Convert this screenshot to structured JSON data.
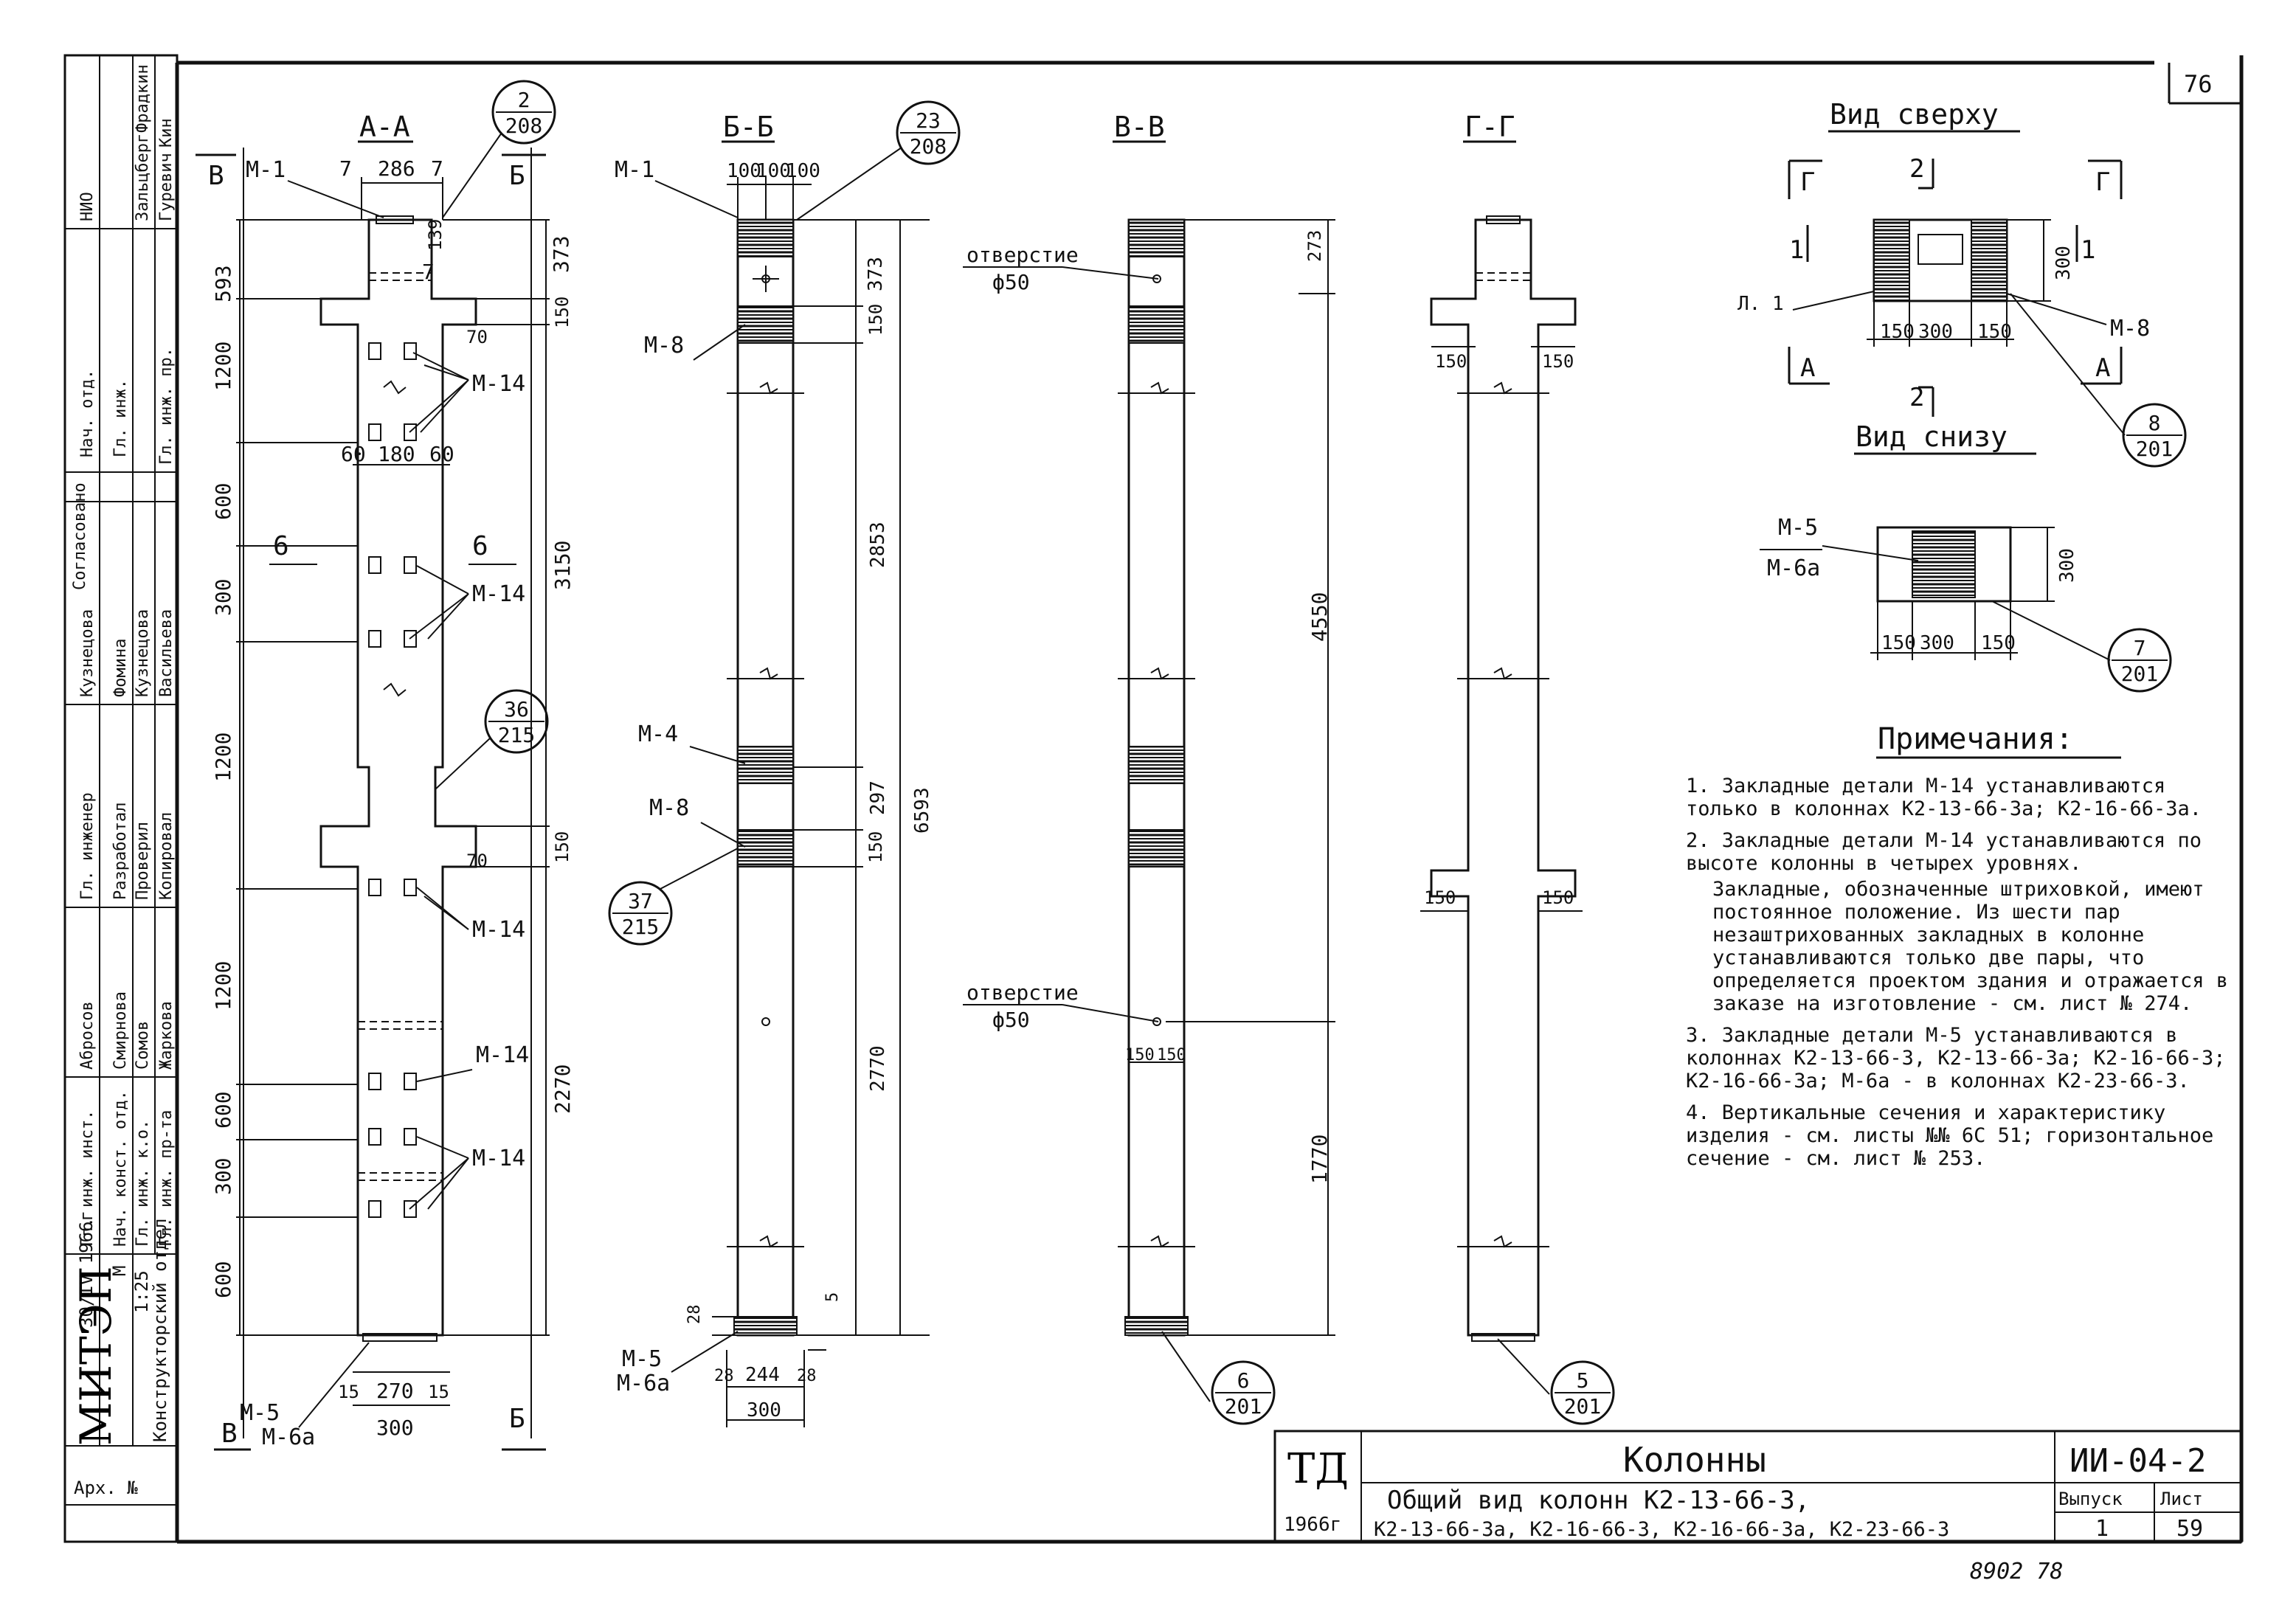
{
  "sheet": {
    "number": "76",
    "bottom_note": "8902  78"
  },
  "sections": {
    "a": "А-А",
    "b": "Б-Б",
    "v": "В-В",
    "g": "Г-Г"
  },
  "cut_marks": {
    "V": "В",
    "B": "Б",
    "G": "Г",
    "one": "1",
    "two": "2",
    "A": "А",
    "six": "6"
  },
  "callouts": [
    {
      "top": "2",
      "bottom": "208"
    },
    {
      "top": "23",
      "bottom": "208"
    },
    {
      "top": "36",
      "bottom": "215"
    },
    {
      "top": "37",
      "bottom": "215"
    },
    {
      "top": "6",
      "bottom": "201"
    },
    {
      "top": "5",
      "bottom": "201"
    },
    {
      "top": "8",
      "bottom": "201"
    },
    {
      "top": "7",
      "bottom": "201"
    }
  ],
  "marks": {
    "m1": "М-1",
    "m4": "М-4",
    "m5": "М-5",
    "m6a": "М-6а",
    "m8": "М-8",
    "m14": "М-14",
    "l1": "Л. 1"
  },
  "hole": {
    "label": "отверстие",
    "dia": "ф50"
  },
  "dims_aa": {
    "w286": "286",
    "s7": "7",
    "d139": "139",
    "d593": "593",
    "d1200": "1200",
    "d600": "600",
    "d300": "300",
    "d3150": "3150",
    "d2270": "2270",
    "d373": "373",
    "d150": "150",
    "d70": "70",
    "d60": "60",
    "d180": "180",
    "d15": "15",
    "d270": "270",
    "d300b": "300"
  },
  "dims_bb": {
    "d100": "100",
    "d373": "373",
    "d150": "150",
    "d2853": "2853",
    "d297": "297",
    "d2770": "2770",
    "d6593": "6593",
    "d28": "28",
    "d244": "244",
    "d300": "300",
    "d5": "5"
  },
  "dims_vv": {
    "d273": "273",
    "d4550": "4550",
    "d1770": "1770",
    "d150": "150"
  },
  "dims_gg": {
    "d150": "150"
  },
  "top_view": {
    "title": "Вид сверху",
    "d150": "150",
    "d300": "300"
  },
  "bottom_view": {
    "title": "Вид снизу",
    "d150": "150",
    "d300": "300"
  },
  "notes": {
    "title": "Примечания:",
    "items": [
      "1. Закладные детали М-14 устанавливаются только в колоннах К2-13-66-3а; К2-16-66-3а.",
      "2. Закладные детали М-14 устанавливаются по высоте колонны в четырех уровнях.",
      "Закладные, обозначенные штриховкой, имеют постоянное положение. Из шести пар незаштрихованных закладных в колонне устанавливаются только две пары, что определяется проектом здания и отражается в заказе на изготовление - см. лист № 274.",
      "3. Закладные детали М-5 устанавливаются в колоннах К2-13-66-3, К2-13-66-3а; К2-16-66-3; К2-16-66-3а; М-6а - в колоннах К2-23-66-3.",
      "4. Вертикальные сечения и характеристику изделия - см. листы №№ 6С 51; горизонтальное сечение - см. лист № 253."
    ]
  },
  "title_block": {
    "td": "ТД",
    "year": "1966г",
    "name": "Колонны",
    "desc1": "Общий вид колонн К2-13-66-3,",
    "desc2": "К2-13-66-3а, К2-16-66-3, К2-16-66-3а, К2-23-66-3",
    "series": "ИИ-04-2",
    "issue_label": "Выпуск",
    "issue": "1",
    "sheet_label": "Лист",
    "sheet": "59"
  },
  "side_stamp": {
    "org": "МИТЭП",
    "dept": "Конструкторский отдел",
    "arch": "Арх. №",
    "date": "30/IV 1966г",
    "scale_label": "М",
    "scale": "1:25",
    "rows": [
      [
        "НИО",
        "",
        "Фрадкин"
      ],
      [
        "Нач. отд.",
        "",
        "Зальцберг"
      ],
      [
        "Гл. инж.",
        "",
        "Кин"
      ],
      [
        "Гл. инж. пр.",
        "",
        "Гуревич"
      ],
      [
        "Согласовано",
        "",
        ""
      ],
      [
        "Кузнецова",
        "Фомина",
        "Кузнецова"
      ],
      [
        "",
        "",
        "Васильева"
      ],
      [
        "Гл. инженер",
        "Разработал",
        "Проверил"
      ],
      [
        "Копировал",
        "",
        ""
      ],
      [
        "Абросов",
        "Смирнова",
        "Сомов"
      ],
      [
        "Жаркова",
        "",
        ""
      ],
      [
        "Гл. инж. инст.",
        "Нач. конст. отд.",
        "Гл. инж. к.о."
      ],
      [
        "Гл. инж. пр-та",
        "",
        ""
      ]
    ]
  }
}
